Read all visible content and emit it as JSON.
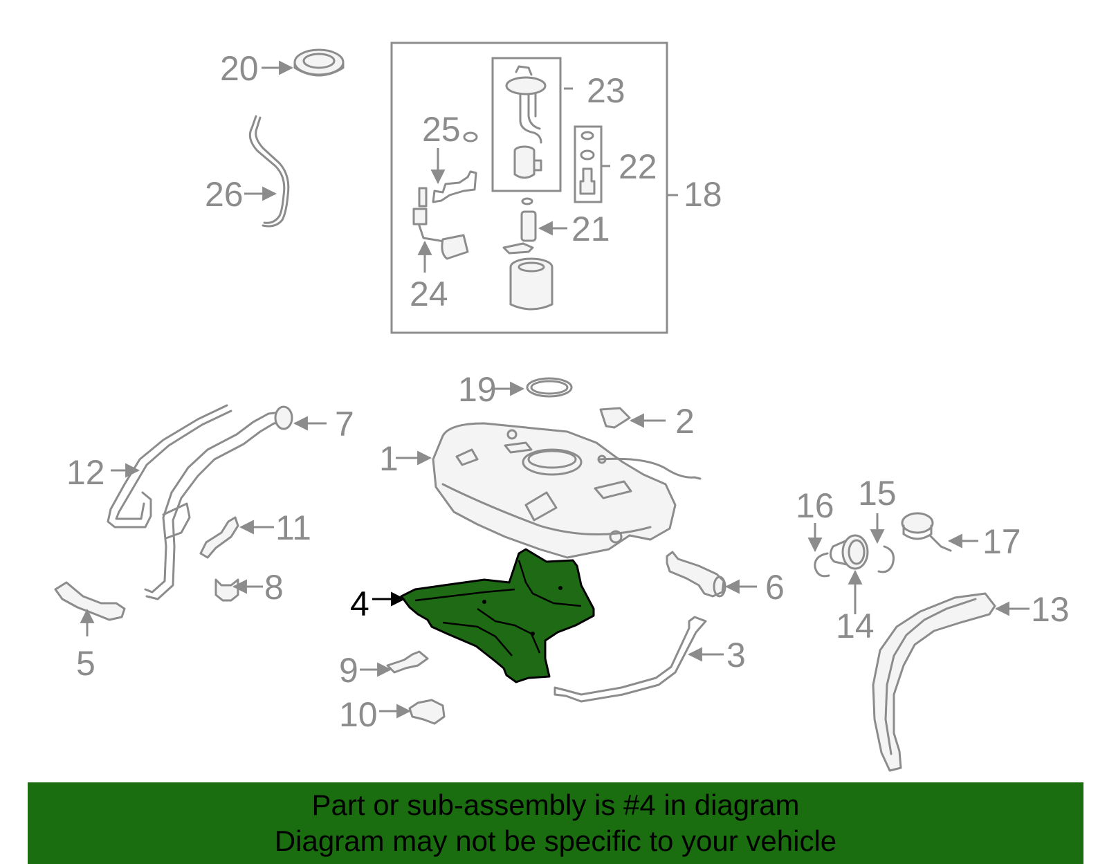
{
  "diagram": {
    "highlighted_part": "4",
    "callouts": [
      "1",
      "2",
      "3",
      "4",
      "5",
      "6",
      "7",
      "8",
      "9",
      "10",
      "11",
      "12",
      "13",
      "14",
      "15",
      "16",
      "17",
      "18",
      "19",
      "20",
      "21",
      "22",
      "23",
      "24",
      "25",
      "26"
    ],
    "colors": {
      "line": "#8c8c8c",
      "highlight": "#1f6a14",
      "banner": "#1a6e10",
      "text_highlight": "#000000"
    }
  },
  "banner": {
    "line1": "Part or sub-assembly is #4 in diagram",
    "line2": "Diagram may not be specific to your vehicle"
  }
}
